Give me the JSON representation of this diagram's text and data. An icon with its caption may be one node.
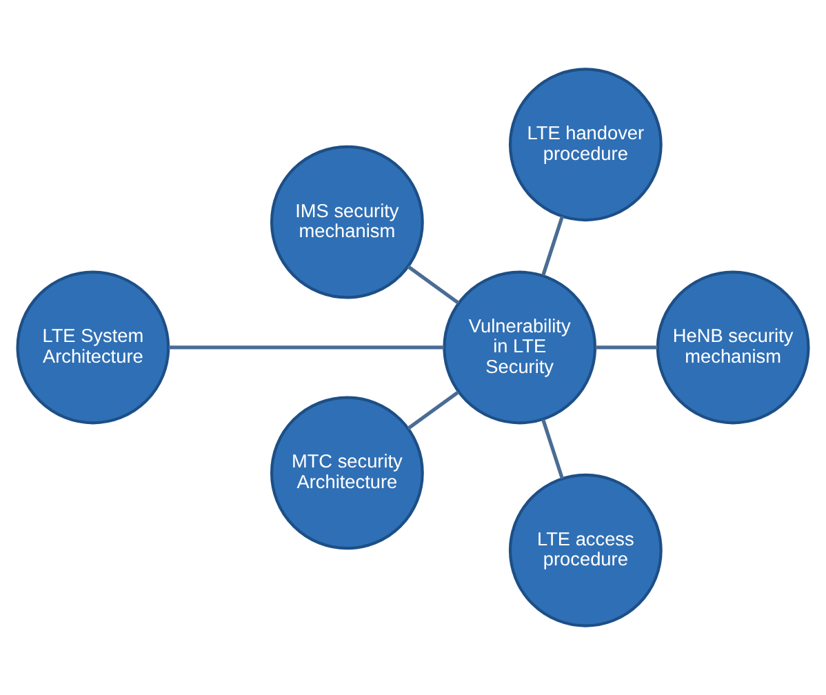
{
  "diagram": {
    "nodes": [
      {
        "text": [
          "LTE System Architecture"
        ]
      },
      {
        "text": [
          "MTC security Architecture"
        ]
      },
      {
        "text": [
          "LTE access procedure"
        ]
      },
      {
        "text": [
          "Vulnerability in LTE Security"
        ]
      },
      {
        "text": [
          "HeNB security mechanism"
        ]
      },
      {
        "text": [
          "LTE handover procedure"
        ]
      },
      {
        "text": [
          "IMS security mechanism"
        ]
      }
    ],
    "edges": [
      {
        "from": 3,
        "to": 0,
        "arrow": "none"
      },
      {
        "from": 3,
        "to": 1,
        "arrow": "none"
      },
      {
        "from": 3,
        "to": 2,
        "arrow": "none"
      },
      {
        "from": 3,
        "to": 4,
        "arrow": "none"
      },
      {
        "from": 3,
        "to": 5,
        "arrow": "none"
      },
      {
        "from": 3,
        "to": 6,
        "arrow": "none"
      }
    ]
  }
}
